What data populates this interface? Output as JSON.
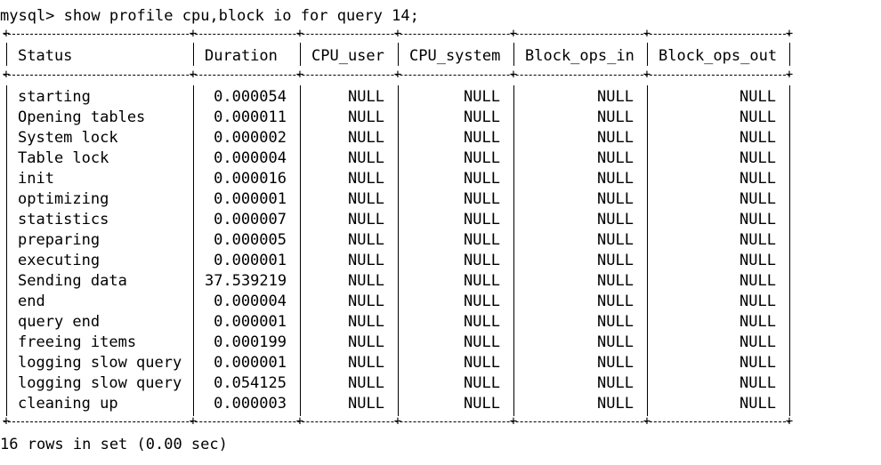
{
  "terminal": {
    "prompt": "mysql>",
    "command": "show profile cpu,block io for query 14;",
    "footer": "16 rows in set (0.00 sec)"
  },
  "table": {
    "columns": [
      "Status",
      "Duration",
      "CPU_user",
      "CPU_system",
      "Block_ops_in",
      "Block_ops_out"
    ],
    "rows": [
      [
        "starting",
        "0.000054",
        "NULL",
        "NULL",
        "NULL",
        "NULL"
      ],
      [
        "Opening tables",
        "0.000011",
        "NULL",
        "NULL",
        "NULL",
        "NULL"
      ],
      [
        "System lock",
        "0.000002",
        "NULL",
        "NULL",
        "NULL",
        "NULL"
      ],
      [
        "Table lock",
        "0.000004",
        "NULL",
        "NULL",
        "NULL",
        "NULL"
      ],
      [
        "init",
        "0.000016",
        "NULL",
        "NULL",
        "NULL",
        "NULL"
      ],
      [
        "optimizing",
        "0.000001",
        "NULL",
        "NULL",
        "NULL",
        "NULL"
      ],
      [
        "statistics",
        "0.000007",
        "NULL",
        "NULL",
        "NULL",
        "NULL"
      ],
      [
        "preparing",
        "0.000005",
        "NULL",
        "NULL",
        "NULL",
        "NULL"
      ],
      [
        "executing",
        "0.000001",
        "NULL",
        "NULL",
        "NULL",
        "NULL"
      ],
      [
        "Sending data",
        "37.539219",
        "NULL",
        "NULL",
        "NULL",
        "NULL"
      ],
      [
        "end",
        "0.000004",
        "NULL",
        "NULL",
        "NULL",
        "NULL"
      ],
      [
        "query end",
        "0.000001",
        "NULL",
        "NULL",
        "NULL",
        "NULL"
      ],
      [
        "freeing items",
        "0.000199",
        "NULL",
        "NULL",
        "NULL",
        "NULL"
      ],
      [
        "logging slow query",
        "0.000001",
        "NULL",
        "NULL",
        "NULL",
        "NULL"
      ],
      [
        "logging slow query",
        "0.054125",
        "NULL",
        "NULL",
        "NULL",
        "NULL"
      ],
      [
        "cleaning up",
        "0.000003",
        "NULL",
        "NULL",
        "NULL",
        "NULL"
      ]
    ]
  }
}
